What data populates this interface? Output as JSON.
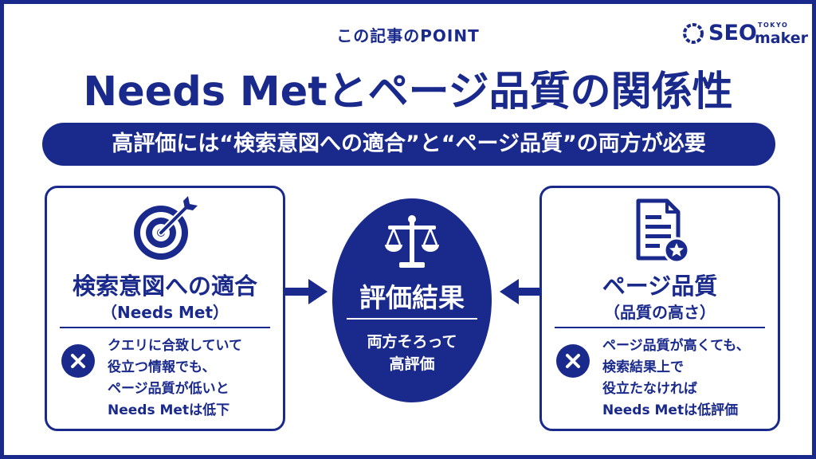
{
  "header": {
    "point_label": "この記事のPOINT",
    "title": "Needs Metとページ品質の関係性",
    "subtitle": "高評価には“検索意図への適合”と“ページ品質”の両方が必要"
  },
  "logo": {
    "brand": "SEO",
    "tokyo": "TOKYO",
    "maker": "maker"
  },
  "left_card": {
    "icon": "target-icon",
    "title": "検索意図への適合",
    "subtitle": "（Needs Met）",
    "status_icon": "x-icon",
    "description_lines": [
      "クエリに合致していて",
      "役立つ情報でも、",
      "ページ品質が低いと",
      "Needs Metは低下"
    ]
  },
  "center": {
    "icon": "scale-icon",
    "title": "評価結果",
    "text_lines": [
      "両方そろって",
      "高評価"
    ]
  },
  "right_card": {
    "icon": "document-star-icon",
    "title": "ページ品質",
    "subtitle": "（品質の高さ）",
    "status_icon": "x-icon",
    "description_lines": [
      "ページ品質が高くても、",
      "検索結果上で",
      "役立たなければ",
      "Needs Metは低評価"
    ]
  },
  "colors": {
    "primary": "#1a2a8c",
    "background": "#ffffff"
  }
}
